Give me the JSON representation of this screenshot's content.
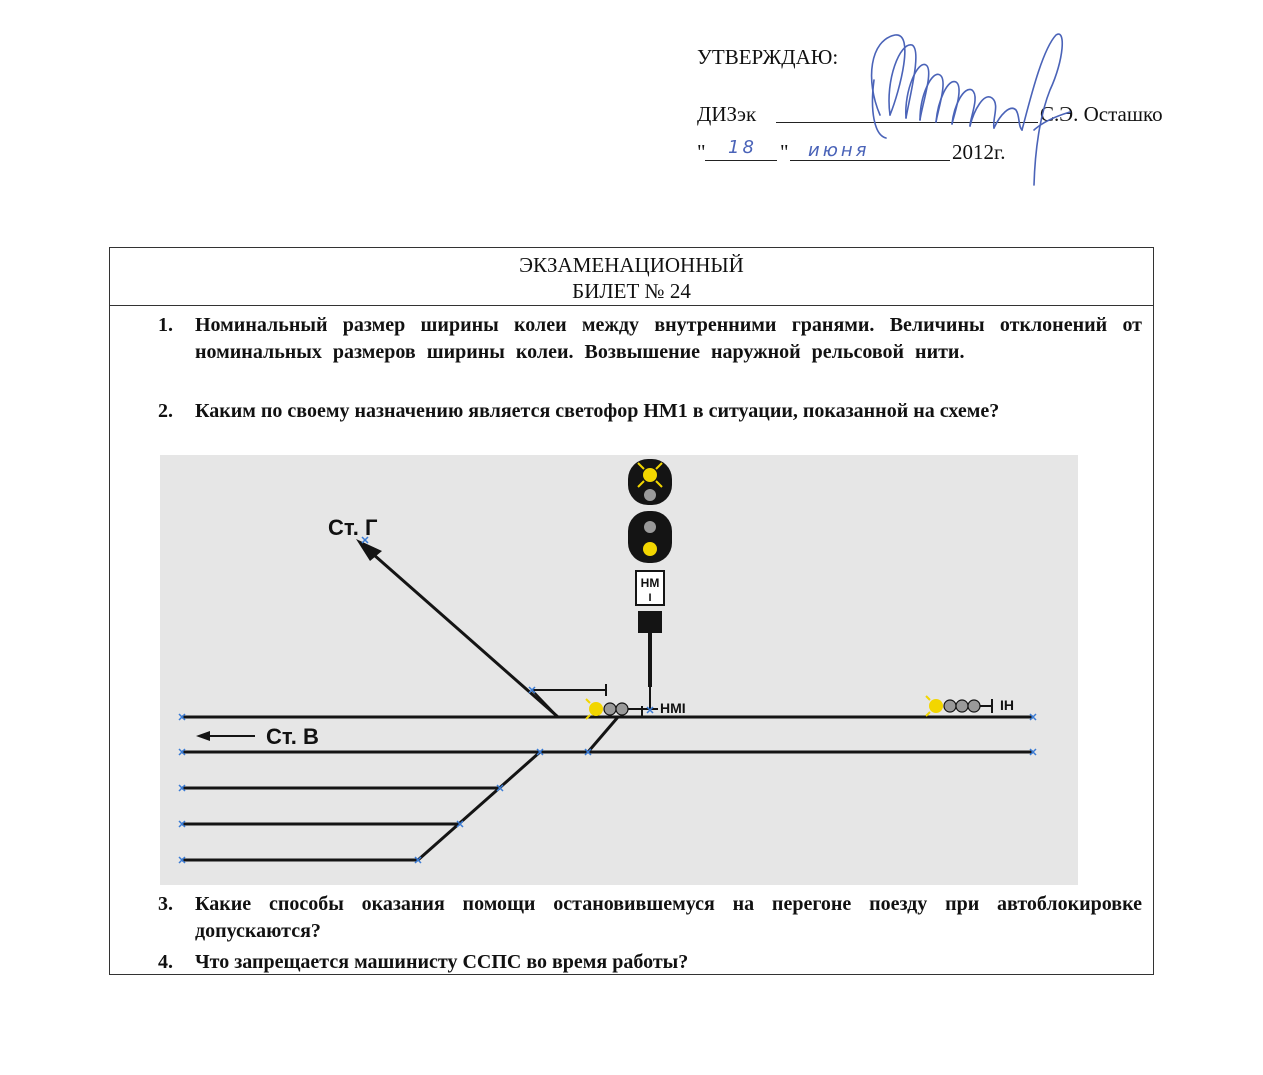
{
  "approval": {
    "approve_label": "УТВЕРЖДАЮ:",
    "position": "ДИЗэк",
    "name": "С.Э. Осташко",
    "quote_open": "\"",
    "day": "18",
    "quote_close": "\"",
    "month": "июня",
    "year": "2012г."
  },
  "ticket": {
    "title_line1": "ЭКЗАМЕНАЦИОННЫЙ",
    "title_line2": "БИЛЕТ № 24"
  },
  "questions": [
    {
      "number": "1.",
      "text": "Номинальный размер ширины колеи между внутренними гранями. Величины отклонений от номинальных размеров ширины колеи. Возвышение наружной рельсовой нити."
    },
    {
      "number": "2.",
      "text": "Каким по своему назначению является светофор НМ1 в ситуации, показанной на схеме?"
    },
    {
      "number": "3.",
      "text": "Какие способы оказания помощи остановившемуся на перегоне поезду при автоблокировке допускаются?"
    },
    {
      "number": "4.",
      "text": "Что запрещается машинисту ССПС во время работы?"
    }
  ],
  "scheme": {
    "station_g": "Ст. Г",
    "station_v": "Ст. В",
    "signal_plate": "НМ",
    "signal_plate_sub": "I",
    "signal_nm1": "НМI",
    "signal_1n": "IН",
    "colors": {
      "background": "#e6e6e6",
      "track": "#141414",
      "lamp_yellow": "#f2d600",
      "lamp_off": "#9a9a9a",
      "joint_mark": "#3a7bd5"
    }
  }
}
